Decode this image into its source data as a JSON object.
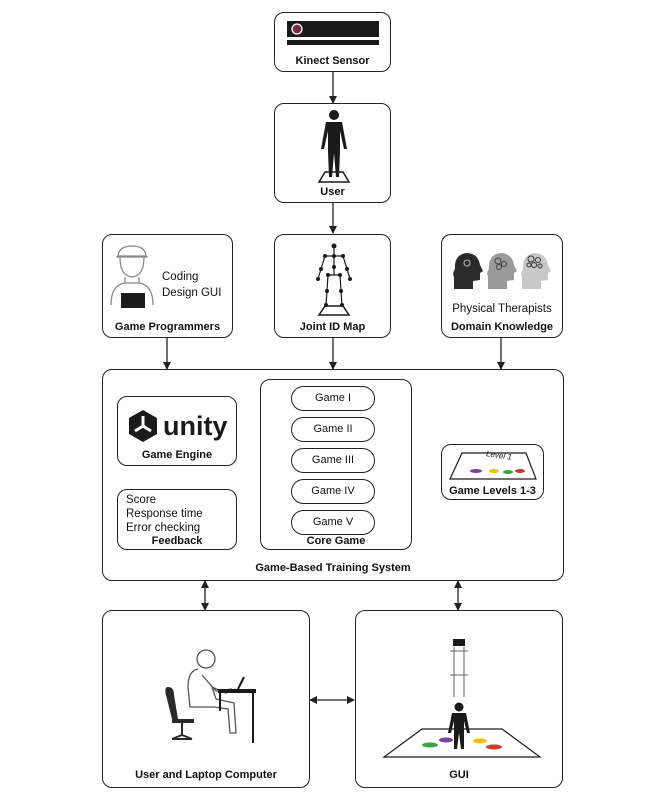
{
  "kinect": {
    "label": "Kinect Sensor"
  },
  "user": {
    "label": "User"
  },
  "programmers": {
    "label": "Game Programmers",
    "lines": [
      "Coding",
      "Design GUI"
    ]
  },
  "joint_map": {
    "label": "Joint ID Map"
  },
  "therapists": {
    "label": "Domain Knowledge",
    "line": "Physical Therapists"
  },
  "system": {
    "label": "Game-Based Training System",
    "engine": {
      "logo": "unity",
      "label": "Game Engine"
    },
    "feedback": {
      "label": "Feedback",
      "lines": [
        "Score",
        "Response time",
        "Error checking"
      ]
    },
    "core": {
      "label": "Core Game",
      "games": [
        "Game I",
        "Game II",
        "Game III",
        "Game IV",
        "Game V"
      ]
    },
    "levels": {
      "label": "Game Levels 1-3",
      "mat_text": "Level 1"
    }
  },
  "laptop_user": {
    "label": "User and Laptop Computer"
  },
  "gui": {
    "label": "GUI"
  },
  "colors": {
    "stroke": "#222222",
    "figure": "#1a1a1a",
    "mat_purple": "#7b3fa0",
    "mat_yellow": "#e8c21a",
    "mat_green": "#3aa34a",
    "mat_red": "#d23a2a"
  }
}
